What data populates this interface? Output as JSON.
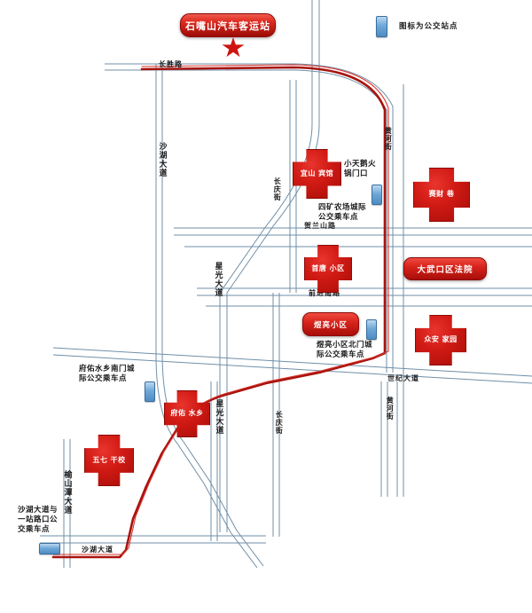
{
  "map": {
    "title_plaque": "石嘴山汽车客运站",
    "legend": {
      "icon": "bus-stop-icon",
      "text": "图标为公交站点",
      "color": "#6fa8d8"
    },
    "colors": {
      "poi_red": "#d11a14",
      "highway_red": "#b01a14",
      "road_line": "#6f8fa8",
      "background": "#ffffff"
    },
    "roads": [
      {
        "id": "changsheng-lu",
        "name": "长胜路",
        "orientation": "horizontal"
      },
      {
        "id": "shahu-dadao",
        "name": "沙湖大道",
        "orientation": "vertical"
      },
      {
        "id": "changqing-jie-n",
        "name": "长庆街",
        "orientation": "vertical"
      },
      {
        "id": "helanshan-lu",
        "name": "贺兰山路",
        "orientation": "horizontal"
      },
      {
        "id": "xingguang-dadao",
        "name": "星光大道",
        "orientation": "vertical"
      },
      {
        "id": "qianjin-nanlu",
        "name": "前进南路",
        "orientation": "horizontal"
      },
      {
        "id": "changqing-jie-s",
        "name": "长庆街",
        "orientation": "vertical"
      },
      {
        "id": "xingguang-dadao-s",
        "name": "星光大道",
        "orientation": "vertical"
      },
      {
        "id": "shiji-dadao",
        "name": "世纪大道",
        "orientation": "horizontal"
      },
      {
        "id": "huanghe-jie",
        "name": "黄河街",
        "orientation": "vertical"
      },
      {
        "id": "huanghe-jie-n",
        "name": "黄河街",
        "orientation": "vertical"
      },
      {
        "id": "yushantan-dadao",
        "name": "榆山潭大道",
        "orientation": "vertical"
      },
      {
        "id": "shahu-dadao-s",
        "name": "沙湖大道",
        "orientation": "horizontal"
      }
    ],
    "pois": [
      {
        "id": "yinshan-jiudian",
        "name": "宜山\n宾馆",
        "shape": "cross"
      },
      {
        "id": "saicai-xiang",
        "name": "赛财\n巷",
        "shape": "cross"
      },
      {
        "id": "shoutang-xiaoqu",
        "name": "首唐\n小区",
        "shape": "cross"
      },
      {
        "id": "yuliang-xiaoqu",
        "name": "煜亮小区",
        "shape": "rect"
      },
      {
        "id": "zhongan-jiayuan",
        "name": "众安\n家园",
        "shape": "cross"
      },
      {
        "id": "fuyou-shuixiang",
        "name": "府佑\n水乡",
        "shape": "cross"
      },
      {
        "id": "wuqi-ganxiao",
        "name": "五七\n干校",
        "shape": "cross"
      },
      {
        "id": "dawukou-fayuan",
        "name": "大武口区法院",
        "shape": "plaque"
      }
    ],
    "annotations": [
      {
        "id": "xiaotian-huoguo",
        "text": "小天鹅火\n锅门口"
      }
    ],
    "bus_stops": [
      {
        "id": "sikuang-nongchang",
        "label": "四矿农场城际\n公交乘车点"
      },
      {
        "id": "yuliang-beimen",
        "label": "煜亮小区北门城\n际公交乘车点"
      },
      {
        "id": "fuyou-nanmen",
        "label": "府佑水乡南门城\n际公交乘车点"
      },
      {
        "id": "shahu-yizhan",
        "label": "沙湖大道与\n一站路口公\n交乘车点"
      }
    ]
  }
}
